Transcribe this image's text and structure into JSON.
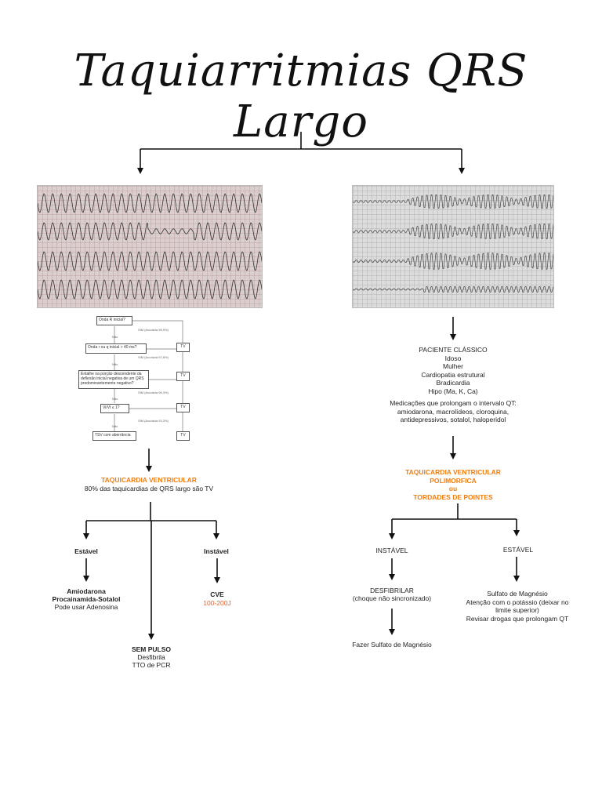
{
  "title": "Taquiarritmias QRS Largo",
  "flowchart": {
    "q1": "Onda R inicial?",
    "q2": "Onda r ou q inicial > 40 ms?",
    "q3": "Entalhe na porção descendente da deflexão inicial negativa de um QRS predominantemente negativo?",
    "q4": "Vi/Vt ≤ 1?",
    "end": "TSV com aberrância",
    "yes1": "SIM (Acurácia 98,5%)",
    "yes2": "SIM (Acurácia 97,8%)",
    "yes3": "SIM (Acurácia 96,3%)",
    "yes4": "SIM (Acurácia 93,3%)",
    "no": "Não",
    "tv": "TV"
  },
  "left": {
    "tv_title": "TAQUICARDIA VENTRICULAR",
    "tv_sub": "80% das taquicardias de QRS largo são TV",
    "stable": "Estável",
    "unstable": "Instável",
    "drugs1": "Amiodarona",
    "drugs2": "Procainamida-Sotalol",
    "drugs3": "Pode usar Adenosina",
    "cve": "CVE",
    "cve_energy": "100-200J",
    "pulseless": "SEM PULSO",
    "pulseless1": "Desfibrila",
    "pulseless2": "TTO de PCR"
  },
  "right": {
    "classic": [
      "PACIENTE CLÁSSICO",
      "Idoso",
      "Mulher",
      "Cardiopatia estrutural",
      "Bradicardia",
      "Hipo (Ma, K, Ca)"
    ],
    "meds": [
      "Medicações que prolongam o intervalo QT:",
      "amiodarona, macrolídeos, cloroquina,",
      "antidepressivos, sotalol, haloperidol"
    ],
    "tvp1": "TAQUICARDIA VENTRICULAR",
    "tvp2": "POLIMORFICA",
    "tvp_or": "ou",
    "tvp3": "TORDADES DE POINTES",
    "unstable": "INSTÁVEL",
    "stable": "ESTÁVEL",
    "defib1": "DESFIBRILAR",
    "defib2": "(choque não sincronizado)",
    "mg_after": "Fazer Sulfato de Magnésio",
    "stable_lines": [
      "Sulfato de Magnésio",
      "Atenção com o potássio (deixar no",
      "limite superior)",
      "Revisar drogas que prolongam QT"
    ]
  },
  "colors": {
    "accent": "#f07d10",
    "energy": "#e8612a",
    "line": "#111111"
  }
}
